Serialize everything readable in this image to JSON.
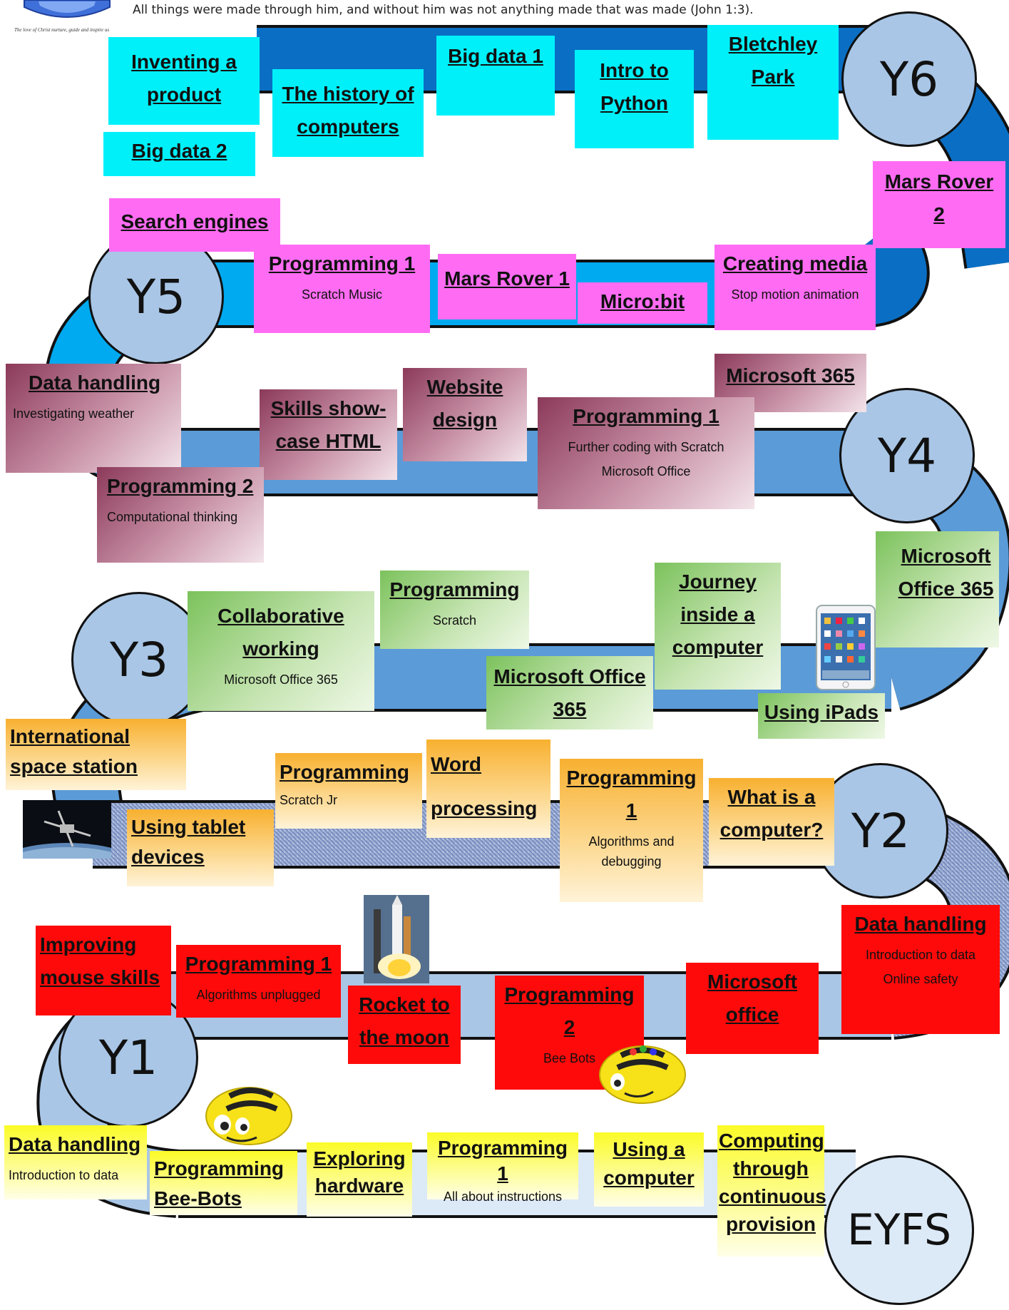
{
  "header": {
    "verse": "All things were made through him, and without him was not anything made that was made (John 1:3).",
    "motto": "The love of Christ nurture, guide and inspire us"
  },
  "years": {
    "y6": "Y6",
    "y5": "Y5",
    "y4": "Y4",
    "y3": "Y3",
    "y2": "Y2",
    "y1": "Y1",
    "eyfs": "EYFS"
  },
  "y6": {
    "inventing": "Inventing a product",
    "history": "The history of computers",
    "bigdata1": "Big data 1",
    "python": "Intro to Python",
    "bletchley": "Bletchley Park",
    "bigdata2": "Big data 2"
  },
  "y5": {
    "search": "Search engines",
    "prog1": "Programming 1",
    "prog1_sub": "Scratch Music",
    "mars1": "Mars Rover 1",
    "microbit": "Micro:bit",
    "media": "Creating media",
    "media_sub": "Stop motion animation",
    "mars2": "Mars Rover 2"
  },
  "y4": {
    "data": "Data handling",
    "data_sub": "Investigating weather",
    "skills": "Skills show-case HTML",
    "website": "Website design",
    "ms365": "Microsoft 365",
    "prog1": "Programming 1",
    "prog1_sub1": "Further coding with Scratch",
    "prog1_sub2": "Microsoft Office",
    "prog2": "Programming 2",
    "prog2_sub": "Computational thinking"
  },
  "y3": {
    "collab": "Collaborative working",
    "collab_sub": "Microsoft Office 365",
    "prog": "Programming",
    "prog_sub": "Scratch",
    "office": "Microsoft Office 365",
    "journey": "Journey inside a computer",
    "office2": "Microsoft Office 365",
    "ipads": "Using iPads"
  },
  "y2": {
    "iss": "International space station",
    "tablet": "Using tablet devices",
    "prog": "Programming",
    "prog_sub": "Scratch Jr",
    "word": "Word processing",
    "prog1": "Programming 1",
    "prog1_sub": "Algorithms and debugging",
    "what": "What is a computer?"
  },
  "y1": {
    "mouse": "Improving mouse skills",
    "prog1": "Programming 1",
    "prog1_sub": "Algorithms unplugged",
    "rocket": "Rocket to the moon",
    "prog2": "Programming 2",
    "prog2_sub": "Bee Bots",
    "office": "Microsoft office",
    "data": "Data handling",
    "data_sub1": "Introduction to data",
    "data_sub2": "Online safety"
  },
  "eyfs": {
    "data": "Data handling",
    "data_sub": "Introduction to data",
    "beebots": "Programming Bee-Bots",
    "hardware": "Exploring hardware",
    "prog1": "Programming 1",
    "prog1_sub": "All about instructions",
    "using": "Using a computer",
    "continuous": "Computing through continuous provision"
  },
  "colors": {
    "y6": "#00f0fa",
    "y5": "#ff6cf3",
    "y4": "#8c3a5a",
    "y3": "#7cc25c",
    "y2": "#f8b030",
    "y1": "#ff0a0a",
    "eyfs": "#fbfb28",
    "road_y6": "#0a6fc4",
    "road_y5": "#00aaf0",
    "road_y4": "#5b9bd8",
    "road_y3": "#5b9bd8",
    "road_y1": "#a9c6e6",
    "road_eyfs": "#dce9f6"
  },
  "icons": [
    "school-shield-icon",
    "ipad-icon",
    "space-station-icon",
    "rocket-icon",
    "bee-bot-icon"
  ]
}
